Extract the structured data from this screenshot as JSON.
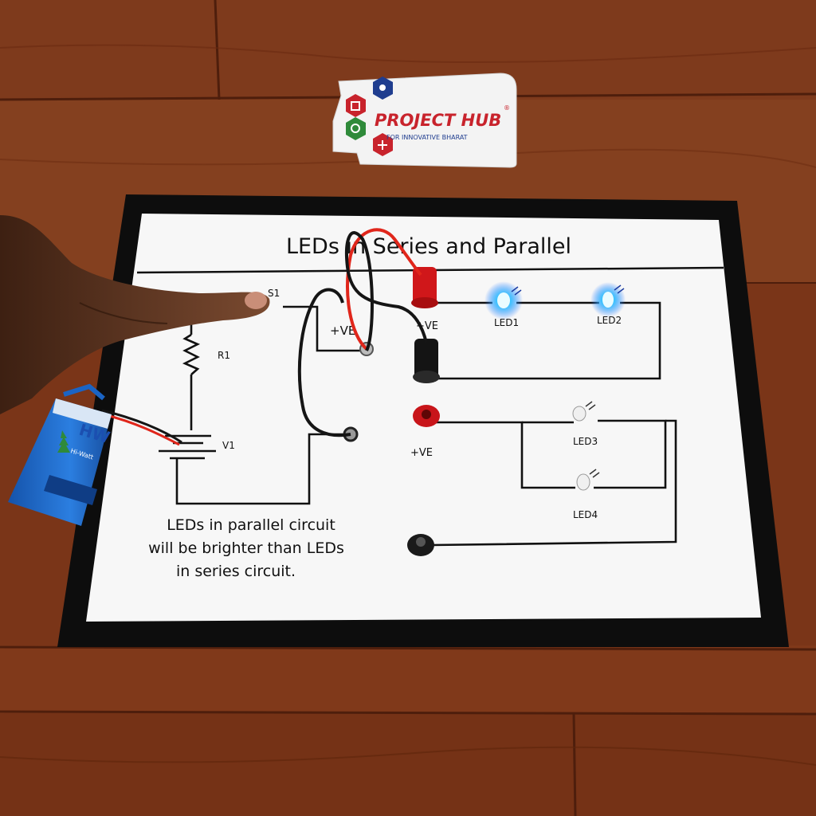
{
  "logo": {
    "brand": "PROJECT HUB",
    "tagline": "FOR INNOVATIVE BHARAT",
    "mark": "®"
  },
  "board": {
    "title": "LEDs in Series and Parallel",
    "switch_label": "S1",
    "resistor_label": "R1",
    "source_label": "V1",
    "terminals": {
      "source_pos": "+VE",
      "series_pos": "+VE",
      "parallel_pos": "+VE"
    },
    "leds": {
      "led1": "LED1",
      "led2": "LED2",
      "led3": "LED3",
      "led4": "LED4"
    },
    "note_line1": "LEDs in parallel circuit",
    "note_line2": "will be brighter than LEDs",
    "note_line3": "in series circuit."
  },
  "battery": {
    "brand": "HW",
    "sub": "Hi-Watt"
  },
  "colors": {
    "floor": "#7a3518",
    "floor_dark": "#4e1e0c",
    "tape": "#0d0d0d",
    "paper": "#f7f7f7",
    "wire_red": "#e0261b",
    "wire_black": "#151515",
    "led_lit": "#23b6ff",
    "battery_blue": "#1b64c4",
    "logo_red": "#c8232c",
    "logo_blue": "#1f3d8f",
    "logo_green": "#2f8a3a"
  }
}
